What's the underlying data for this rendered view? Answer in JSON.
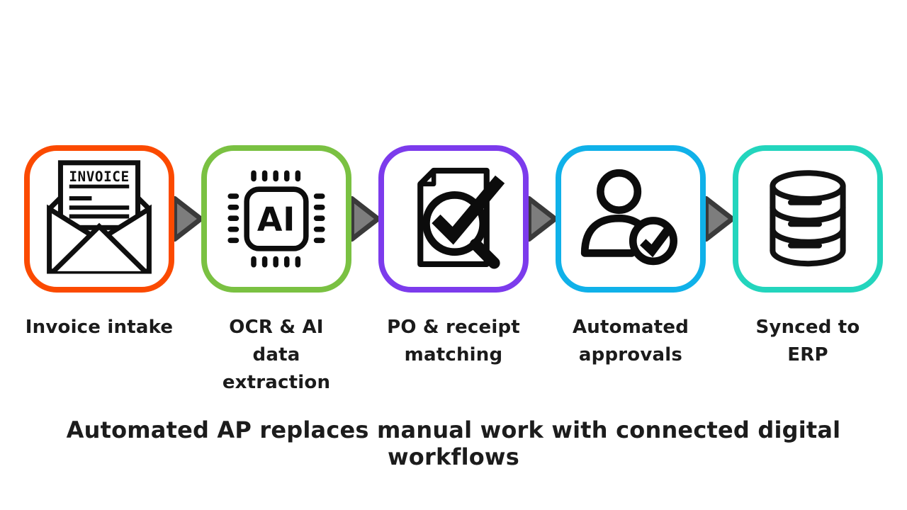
{
  "background": "#ffffff",
  "flow": {
    "steps": [
      {
        "label": "Invoice intake",
        "icon": "invoice-envelope-icon",
        "accent": "#fb4a00",
        "doc_title": "INVOICE"
      },
      {
        "label": "OCR & AI\ndata\nextraction",
        "icon": "ai-chip-icon",
        "accent": "#7ac142",
        "chip_label": "AI"
      },
      {
        "label": "PO & receipt\nmatching",
        "icon": "document-check-magnifier-icon",
        "accent": "#7c3bec"
      },
      {
        "label": "Automated\napprovals",
        "icon": "person-approval-icon",
        "accent": "#10b1e9"
      },
      {
        "label": "Synced to\nERP",
        "icon": "database-icon",
        "accent": "#23d5bd"
      }
    ],
    "arrow": {
      "fill": "#7d7d7d",
      "stroke": "#3a3a3a"
    }
  },
  "caption": "Automated AP replaces manual work with connected digital workflows"
}
